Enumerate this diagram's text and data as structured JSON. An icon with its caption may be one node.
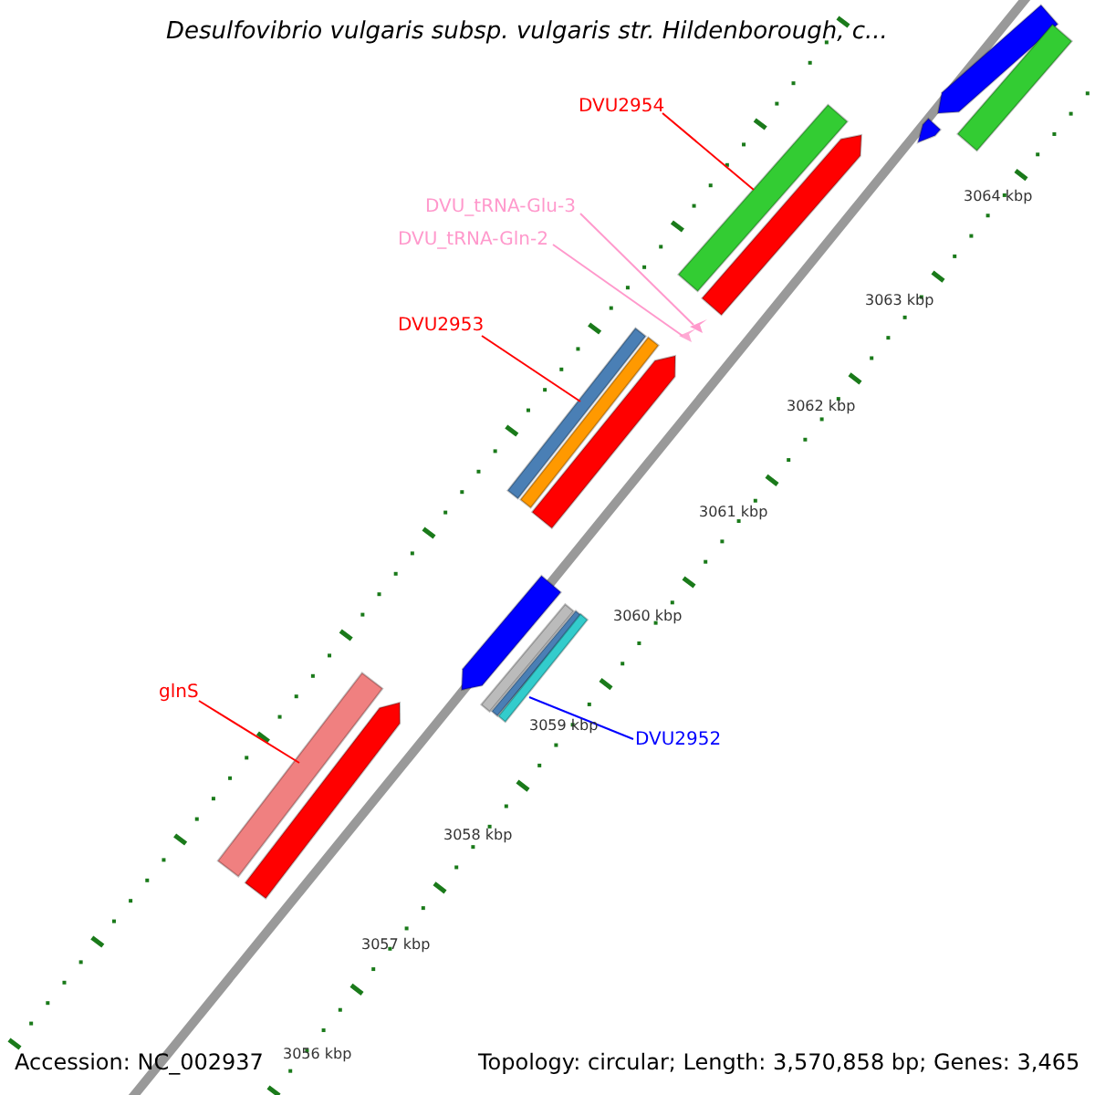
{
  "diagram": {
    "title": "Desulfovibrio vulgaris subsp. vulgaris str. Hildenborough, c...",
    "nodes": [
      {
        "text": [
          "DVU2954"
        ]
      },
      {
        "text": [],
        "shape": "bar"
      },
      {
        "text": [
          "DVU_tRNA-Glu-3"
        ]
      },
      {
        "text": [
          "DVU_tRNA-Gln-2"
        ]
      },
      {
        "text": [],
        "shape": "arrow"
      },
      {
        "text": [],
        "shape": "arrow"
      },
      {
        "text": [
          "DVU2953"
        ]
      },
      {
        "text": [],
        "shape": "bar"
      },
      {
        "text": [
          "glnS"
        ]
      },
      {
        "text": [],
        "shape": "bar"
      },
      {
        "text": [
          "DVU2952"
        ]
      },
      {
        "text": [],
        "shape": "bar"
      }
    ],
    "edges": [
      {
        "from": 0,
        "to": 1,
        "arrow": "none"
      },
      {
        "from": 2,
        "to": 4,
        "arrow": "none",
        "color": "#ff99cc"
      },
      {
        "from": 3,
        "to": 5,
        "arrow": "none",
        "color": "#ff99cc"
      },
      {
        "from": 6,
        "to": 7,
        "arrow": "none"
      },
      {
        "from": 8,
        "to": 9,
        "arrow": "none"
      },
      {
        "from": 10,
        "to": 11,
        "arrow": "none",
        "color": "#0000ff"
      }
    ],
    "labels": [
      "3064 kbp",
      "3063 kbp",
      "3062 kbp",
      "3061 kbp",
      "3060 kbp",
      "3059 kbp",
      "3058 kbp",
      "3057 kbp",
      "3056 kbp",
      "Accession: NC_002937",
      "Topology: circular; Length: 3,570,858 bp; Genes: 3,465"
    ]
  }
}
